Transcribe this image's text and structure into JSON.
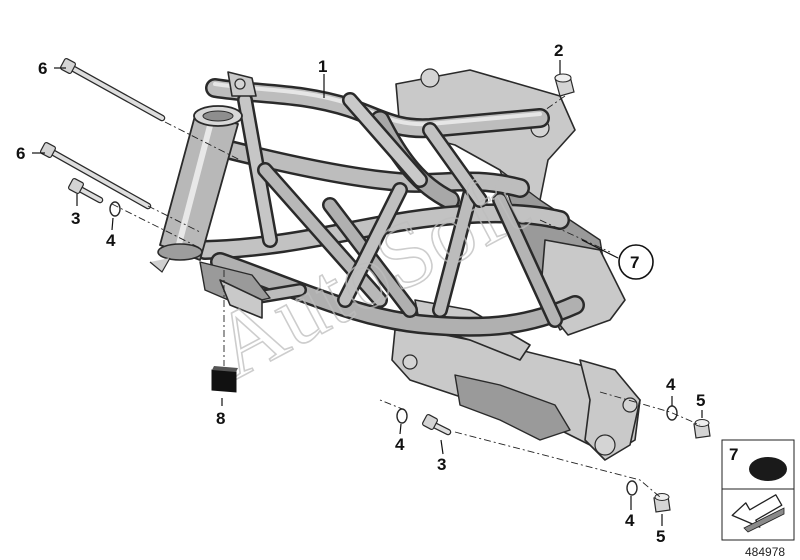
{
  "callouts": {
    "c1": "1",
    "c2": "2",
    "c3a": "3",
    "c3b": "3",
    "c4a": "4",
    "c4b": "4",
    "c4c": "4",
    "c4d": "4",
    "c5a": "5",
    "c5b": "5",
    "c6a": "6",
    "c6b": "6",
    "c7": "7",
    "c8": "8"
  },
  "legend": {
    "item_label": "7"
  },
  "watermark": "AutoSoft",
  "reference_number": "484978",
  "colors": {
    "tube_outline": "#2a2a2a",
    "tube_fill": "#bdbdbd",
    "plate_fill": "#c9c9c9",
    "shadow": "#8a8a8a",
    "legend_oval": "#1a1a1a"
  }
}
